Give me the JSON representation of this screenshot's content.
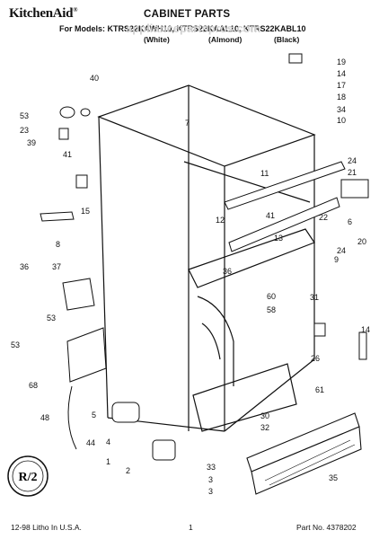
{
  "header": {
    "brand": "KitchenAid",
    "brand_mark": "®",
    "title": "CABINET PARTS",
    "models": "For Models: KTRS22KAWH10, KTRS22KAAL10, KTRS22KABL10",
    "variant_white": "(White)",
    "variant_almond": "(Almond)",
    "variant_black": "(Black)"
  },
  "watermark": "appliancepartspros.com",
  "callouts": [
    "40",
    "53",
    "23",
    "39",
    "41",
    "15",
    "8",
    "36",
    "37",
    "53",
    "53",
    "68",
    "48",
    "44",
    "5",
    "4",
    "1",
    "2",
    "33",
    "3",
    "3",
    "7",
    "11",
    "12",
    "41",
    "13",
    "36",
    "60",
    "58",
    "9",
    "19",
    "14",
    "17",
    "18",
    "34",
    "10",
    "24",
    "21",
    "22",
    "6",
    "24",
    "20",
    "31",
    "14",
    "26",
    "61",
    "30",
    "32",
    "35"
  ],
  "badge_text": "R/2",
  "footer": {
    "left": "12-98 Litho In U.S.A.",
    "center": "1",
    "right": "Part No. 4378202"
  }
}
